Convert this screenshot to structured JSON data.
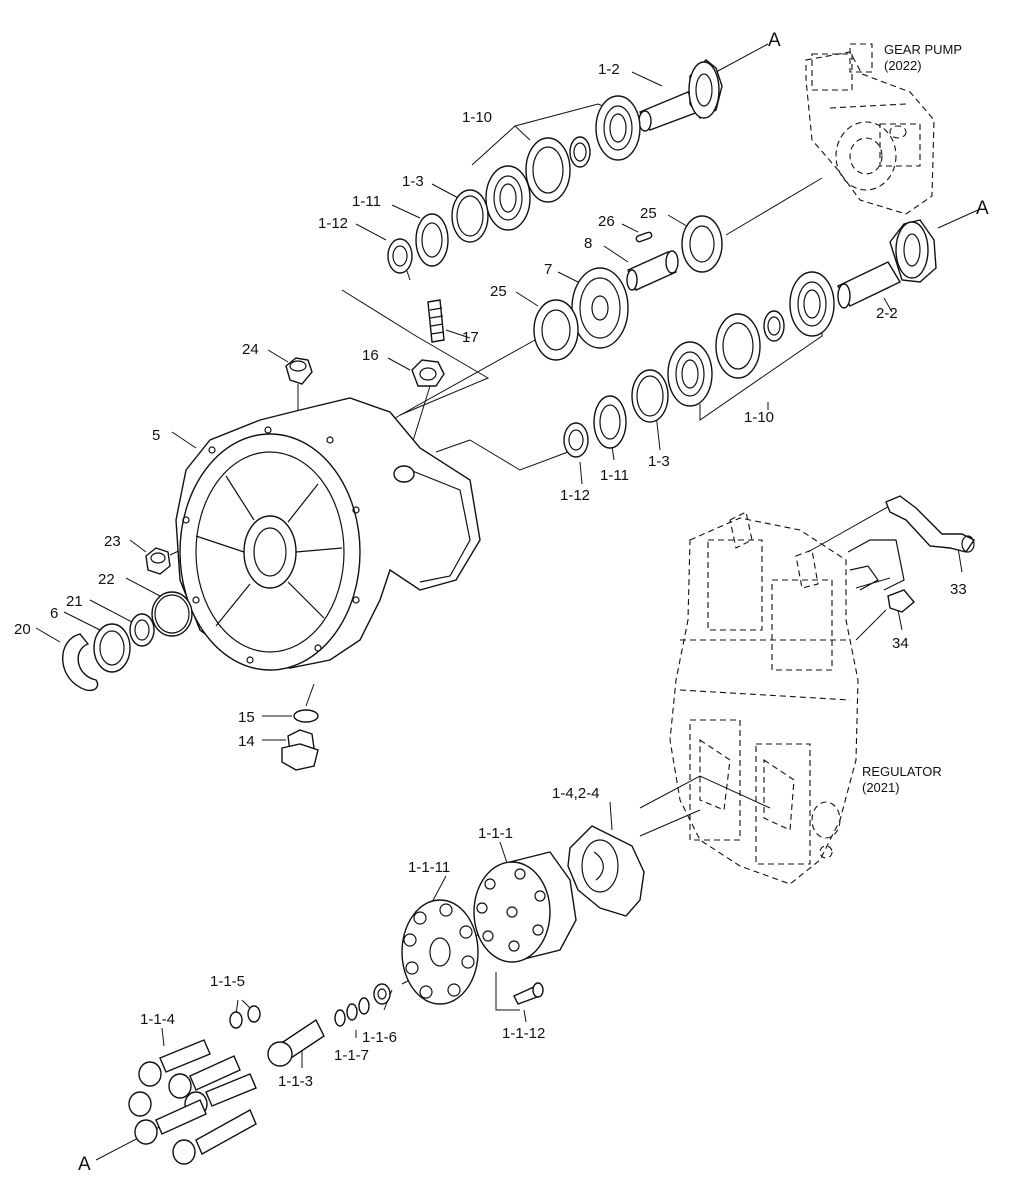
{
  "diagram": {
    "callouts": {
      "p_1_2": "1-2",
      "p_1_10_top": "1-10",
      "p_1_3_top": "1-3",
      "p_1_11_top": "1-11",
      "p_1_12_top": "1-12",
      "p_26": "26",
      "p_25_top": "25",
      "p_8": "8",
      "p_7": "7",
      "p_25_mid": "25",
      "p_17": "17",
      "p_16": "16",
      "p_24": "24",
      "p_5": "5",
      "p_2_2": "2-2",
      "p_1_10_bot": "1-10",
      "p_1_3_bot": "1-3",
      "p_1_11_bot": "1-11",
      "p_1_12_bot": "1-12",
      "p_23": "23",
      "p_22": "22",
      "p_21": "21",
      "p_6": "6",
      "p_20": "20",
      "p_15": "15",
      "p_14": "14",
      "p_33": "33",
      "p_34": "34",
      "p_1_4_2_4": "1-4,2-4",
      "p_1_1_1": "1-1-1",
      "p_1_1_11": "1-1-11",
      "p_1_1_5": "1-1-5",
      "p_1_1_4": "1-1-4",
      "p_1_1_6": "1-1-6",
      "p_1_1_7": "1-1-7",
      "p_1_1_3": "1-1-3",
      "p_1_1_12": "1-1-12",
      "marker_a_top": "A",
      "marker_a_right": "A",
      "marker_a_bottom": "A"
    },
    "assemblies": {
      "gear_pump_name": "GEAR PUMP",
      "gear_pump_code": "(2022)",
      "regulator_name": "REGULATOR",
      "regulator_code": "(2021)"
    }
  }
}
